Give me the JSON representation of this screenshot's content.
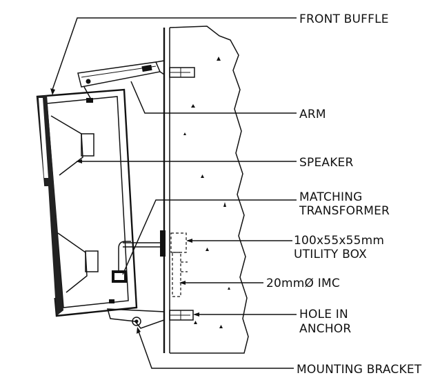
{
  "labels": {
    "front_buffle": "FRONT BUFFLE",
    "arm": "ARM",
    "speaker": "SPEAKER",
    "matching_1": "MATCHING",
    "matching_2": "TRANSFORMER",
    "utility_1": "100x55x55mm",
    "utility_2": "UTILITY BOX",
    "imc": "20mmØ IMC",
    "hole_1": "HOLE IN",
    "hole_2": "ANCHOR",
    "mounting_bracket": "MOUNTING BRACKET"
  },
  "colors": {
    "line": "#111111",
    "background": "#ffffff"
  }
}
